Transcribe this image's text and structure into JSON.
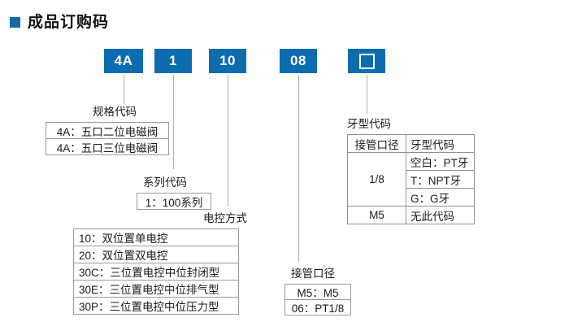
{
  "header": {
    "bullet_icon": "square-bullet-icon",
    "title": "成品订购码"
  },
  "colors": {
    "accent_blue": "#0c6cb0",
    "bullet_blue": "#1268a8",
    "line_gray": "#b0b0b0",
    "border_gray": "#9a9a9a",
    "text": "#1a1a1a",
    "box_text": "#ffffff"
  },
  "code_boxes": [
    {
      "id": "spec",
      "label": "4A"
    },
    {
      "id": "series",
      "label": "1"
    },
    {
      "id": "control",
      "label": "10"
    },
    {
      "id": "port",
      "label": "08"
    },
    {
      "id": "thread",
      "label": "",
      "glyph": "empty-square"
    }
  ],
  "spec_code": {
    "caption": "规格代码",
    "rows": [
      "4A：五口二位电磁阀",
      "4A：五口三位电磁阀"
    ]
  },
  "series_code": {
    "caption": "系列代码",
    "rows": [
      "1：100系列"
    ]
  },
  "control_mode": {
    "caption": "电控方式",
    "rows": [
      "10：双位置单电控",
      "20：双位置双电控",
      "30C：三位置电控中位封闭型",
      "30E：三位置电控中位排气型",
      "30P：三位置电控中位压力型"
    ]
  },
  "port_size": {
    "caption": "接管口径",
    "rows": [
      "M5：M5",
      "06：PT1/8"
    ]
  },
  "thread_code": {
    "caption": "牙型代码",
    "headers": [
      "接管口径",
      "牙型代码"
    ],
    "groups": [
      {
        "port": "1/8",
        "threads": [
          "空白：PT牙",
          "T：NPT牙",
          "G：G牙"
        ]
      },
      {
        "port": "M5",
        "threads": [
          "无此代码"
        ]
      }
    ]
  }
}
